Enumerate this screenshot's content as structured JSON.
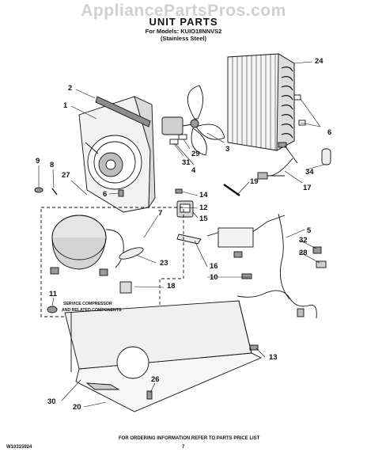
{
  "watermark": "AppliancePartsPros.com",
  "header": {
    "title": "UNIT PARTS",
    "models": "For Models: KUIO18NNVS2",
    "finish": "(Stainless Steel)"
  },
  "callouts": [
    "24",
    "2",
    "1",
    "6",
    "9",
    "8",
    "27",
    "6",
    "29",
    "31",
    "3",
    "4",
    "34",
    "19",
    "17",
    "14",
    "12",
    "15",
    "7",
    "5",
    "32",
    "28",
    "23",
    "16",
    "10",
    "18",
    "11",
    "13",
    "26",
    "30",
    "20"
  ],
  "service_note": [
    "SERVICE COMPRESSOR",
    "AND RELATED COMPONENTS"
  ],
  "footer": {
    "order_info": "FOR ORDERING INFORMATION REFER TO PARTS PRICE LIST",
    "doc_number": "W10315924",
    "page_number": "7"
  }
}
